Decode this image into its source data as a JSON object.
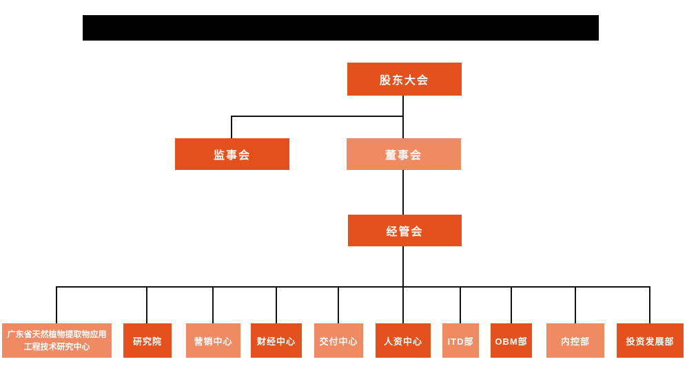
{
  "colors": {
    "primary_box": "#e5511c",
    "secondary_box": "#f08a62",
    "connector": "#111111",
    "box_text": "#ffffff",
    "title_bar": "#000000"
  },
  "title_bar": {
    "text": ""
  },
  "nodes": {
    "shareholders_meeting": {
      "label": "股东大会",
      "variant": "primary"
    },
    "supervisory_board": {
      "label": "监事会",
      "variant": "primary"
    },
    "board_of_directors": {
      "label": "董事会",
      "variant": "secondary"
    },
    "management_committee": {
      "label": "经管会",
      "variant": "primary"
    },
    "departments": [
      {
        "label": "广东省天然植物提取物应用工程技术研究中心",
        "variant": "secondary"
      },
      {
        "label": "研究院",
        "variant": "primary"
      },
      {
        "label": "营销中心",
        "variant": "secondary"
      },
      {
        "label": "财经中心",
        "variant": "primary"
      },
      {
        "label": "交付中心",
        "variant": "secondary"
      },
      {
        "label": "人资中心",
        "variant": "primary"
      },
      {
        "label": "ITD部",
        "variant": "secondary"
      },
      {
        "label": "OBM部",
        "variant": "primary"
      },
      {
        "label": "内控部",
        "variant": "secondary"
      },
      {
        "label": "投资发展部",
        "variant": "primary"
      }
    ]
  },
  "structure": {
    "edges": [
      [
        "股东大会",
        "监事会"
      ],
      [
        "股东大会",
        "董事会"
      ],
      [
        "董事会",
        "经管会"
      ],
      [
        "经管会",
        "广东省天然植物提取物应用工程技术研究中心"
      ],
      [
        "经管会",
        "研究院"
      ],
      [
        "经管会",
        "营销中心"
      ],
      [
        "经管会",
        "财经中心"
      ],
      [
        "经管会",
        "交付中心"
      ],
      [
        "经管会",
        "人资中心"
      ],
      [
        "经管会",
        "ITD部"
      ],
      [
        "经管会",
        "OBM部"
      ],
      [
        "经管会",
        "内控部"
      ],
      [
        "经管会",
        "投资发展部"
      ]
    ]
  }
}
